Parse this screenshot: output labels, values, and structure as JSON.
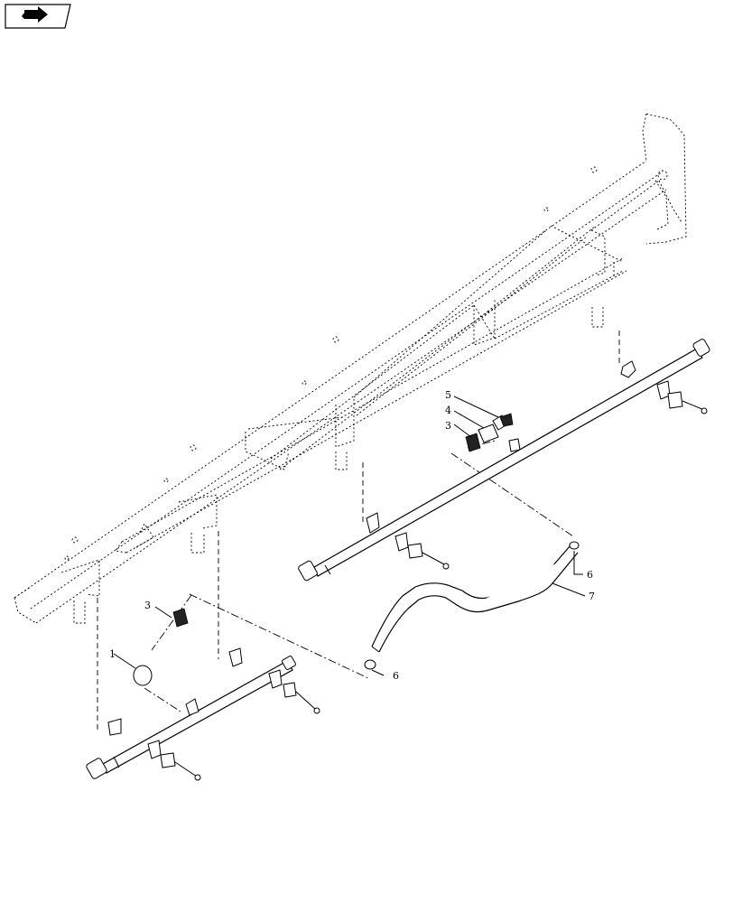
{
  "nav": {
    "icon": "back-arrow-icon"
  },
  "callouts": {
    "c1": "1",
    "c3a": "3",
    "c3b": "3",
    "c4": "4",
    "c5": "5",
    "c6a": "6",
    "c6b": "6",
    "c7": "7"
  }
}
